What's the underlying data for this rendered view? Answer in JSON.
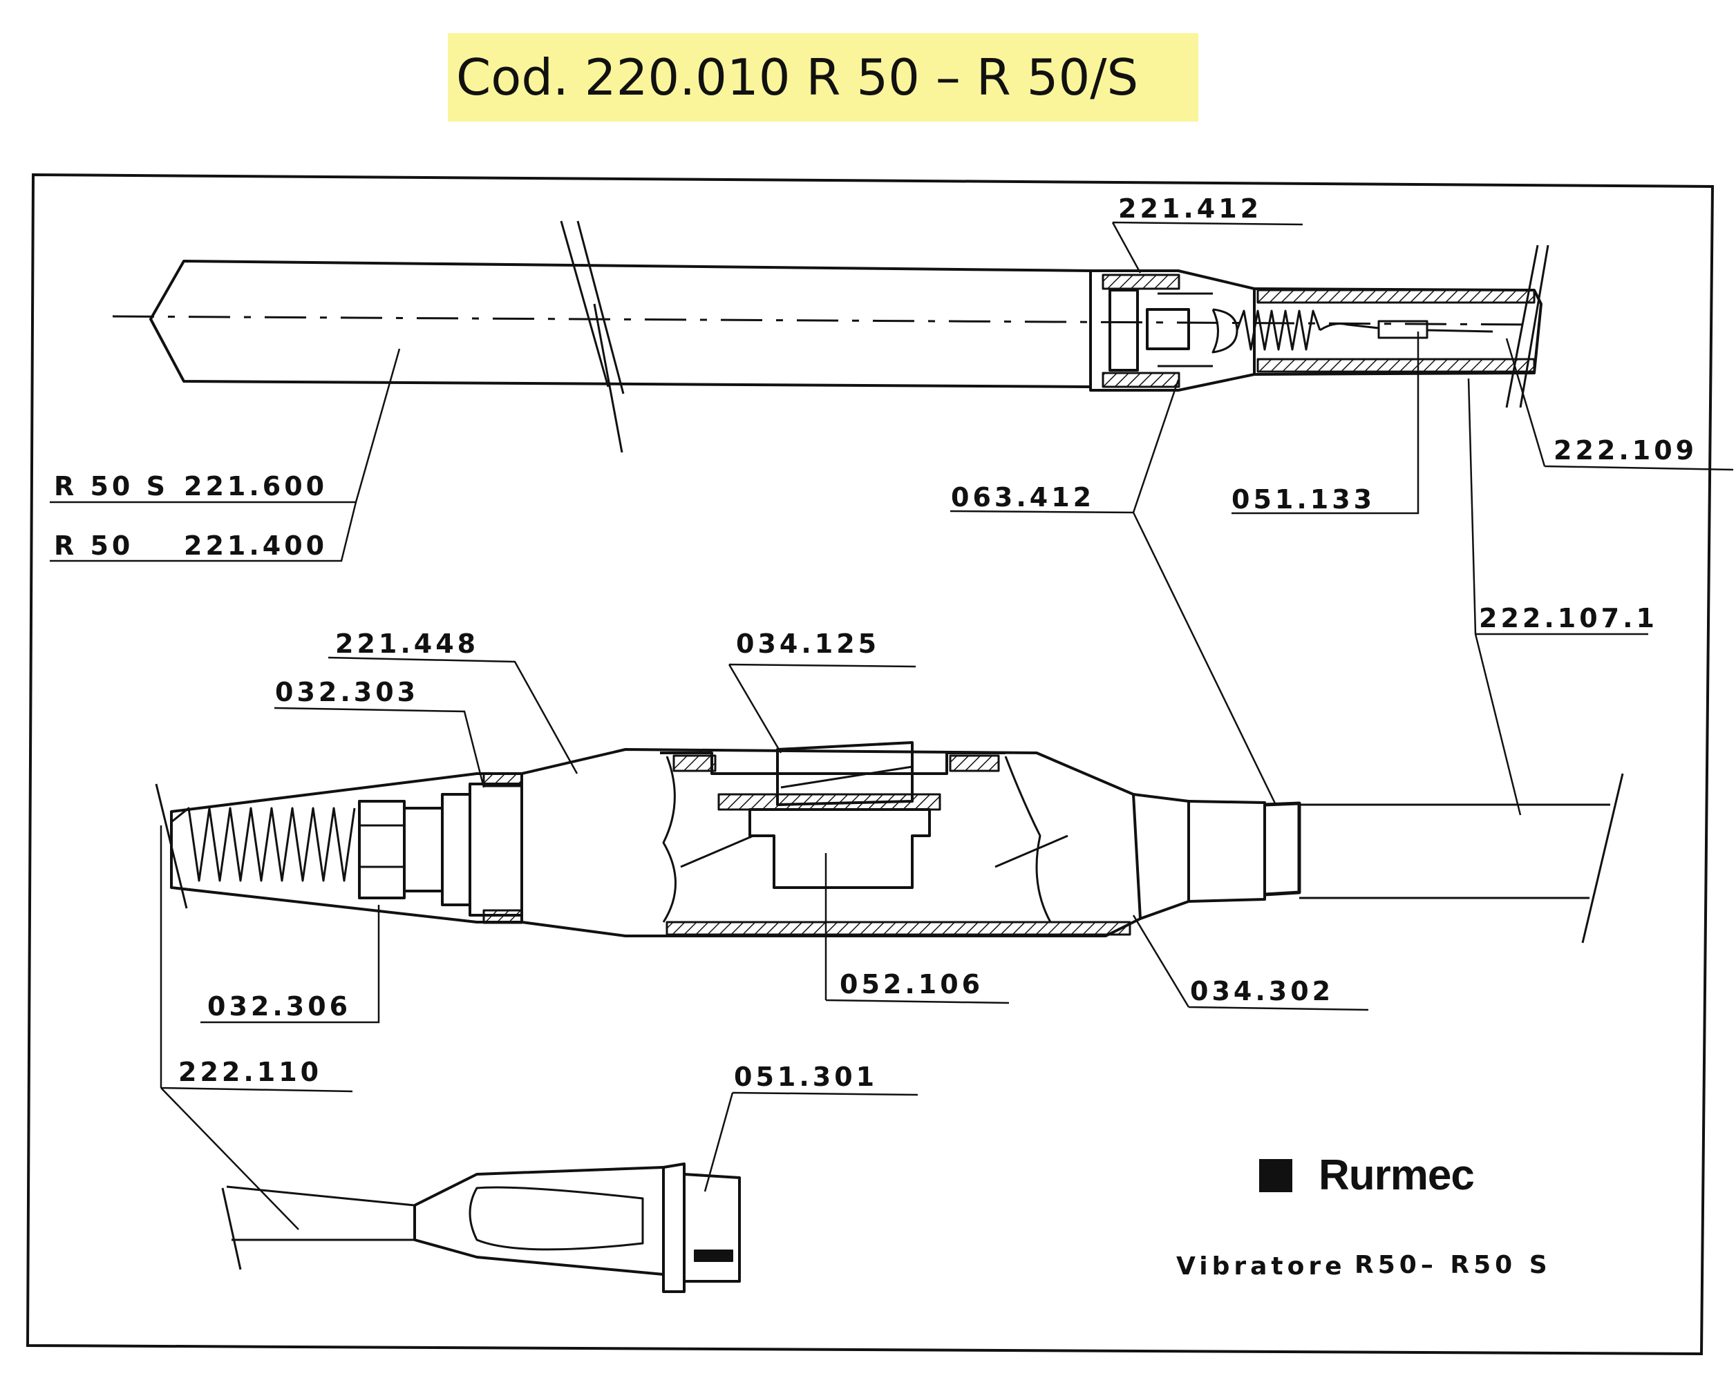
{
  "header": {
    "title": "Cod. 220.010 R 50 – R 50/S"
  },
  "parts": [
    {
      "code": "221.412"
    },
    {
      "code": "222.109"
    },
    {
      "code": "063.412"
    },
    {
      "code": "051.133"
    },
    {
      "code": "R 50 S"
    },
    {
      "code": "221.600"
    },
    {
      "code": "R 50"
    },
    {
      "code": "221.400"
    },
    {
      "code": "222.107.1"
    },
    {
      "code": "221.448"
    },
    {
      "code": "034.125"
    },
    {
      "code": "032.303"
    },
    {
      "code": "032.306"
    },
    {
      "code": "052.106"
    },
    {
      "code": "034.302"
    },
    {
      "code": "222.110"
    },
    {
      "code": "051.301"
    }
  ],
  "brand": {
    "name": "Rurmec"
  },
  "caption": {
    "product": "Vibratore",
    "models": "R50– R50 S"
  }
}
